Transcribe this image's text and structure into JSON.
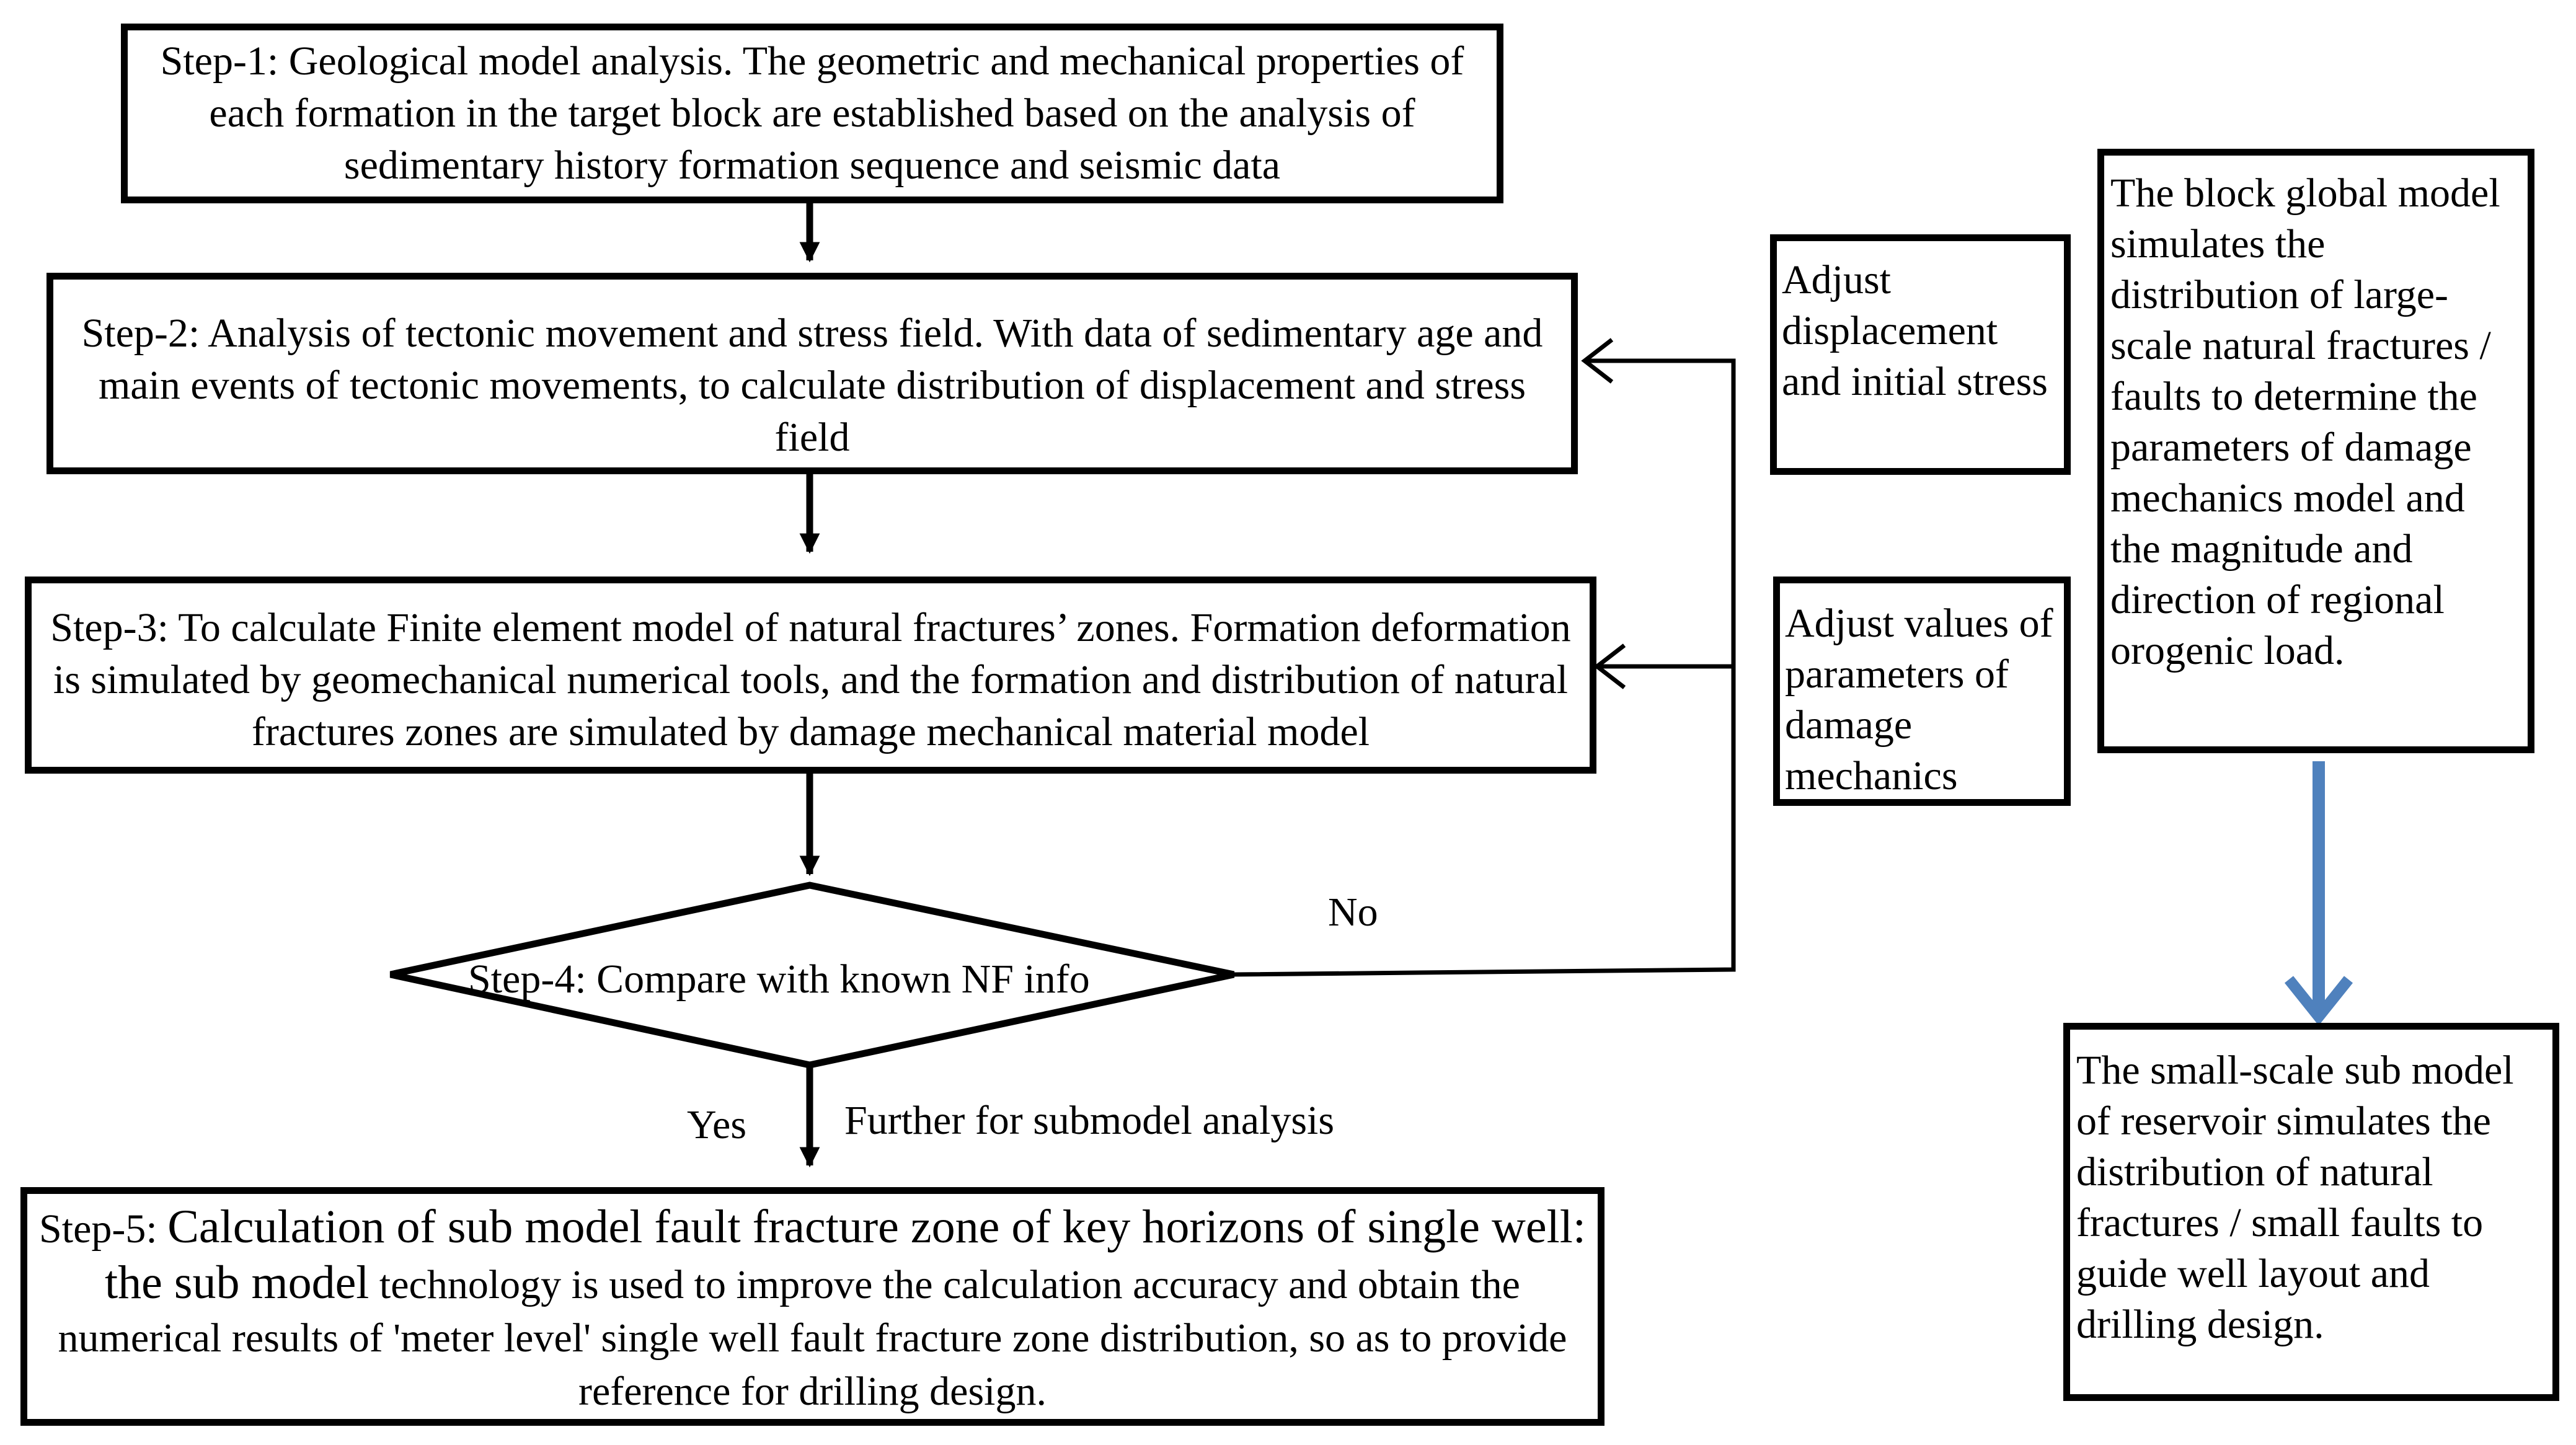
{
  "steps": {
    "step1": "Step-1: Geological model analysis. The geometric and mechanical properties of each formation in the target block are established based on the analysis of sedimentary history formation sequence and seismic data",
    "step2": "Step-2: Analysis of tectonic movement and stress field. With data of sedimentary age and main events of tectonic movements, to calculate distribution of displacement and stress field",
    "step3": "Step-3: To calculate Finite element model of natural fractures’ zones. Formation deformation is simulated by geomechanical numerical tools, and the formation and distribution of natural fractures zones are simulated by damage mechanical material model",
    "step4": "Step-4: Compare with known NF info",
    "step5_prefix": "Step-5: ",
    "step5_part1": "Calculation of sub model fault fracture zone of key horizons of single well: the sub model",
    "step5_part2": " technology is used to improve the calculation accuracy and obtain the numerical results of 'meter level' single well fault fracture zone distribution, so as to provide reference for drilling design."
  },
  "feedback": {
    "adjust_displacement": "Adjust displacement and initial stress",
    "adjust_damage": "Adjust values of parameters of damage mechanics"
  },
  "labels": {
    "no": "No",
    "yes": "Yes",
    "further": "Further for submodel analysis"
  },
  "side": {
    "global_model": "The block global model simulates the distribution of large-scale natural fractures / faults to determine the parameters of damage mechanics model and the magnitude and direction of regional orogenic load.",
    "sub_model": "The small-scale sub model of reservoir simulates the distribution of natural fractures / small faults to guide well layout and drilling design."
  },
  "colors": {
    "line": "#000000",
    "blue_arrow": "#4f81bd"
  }
}
